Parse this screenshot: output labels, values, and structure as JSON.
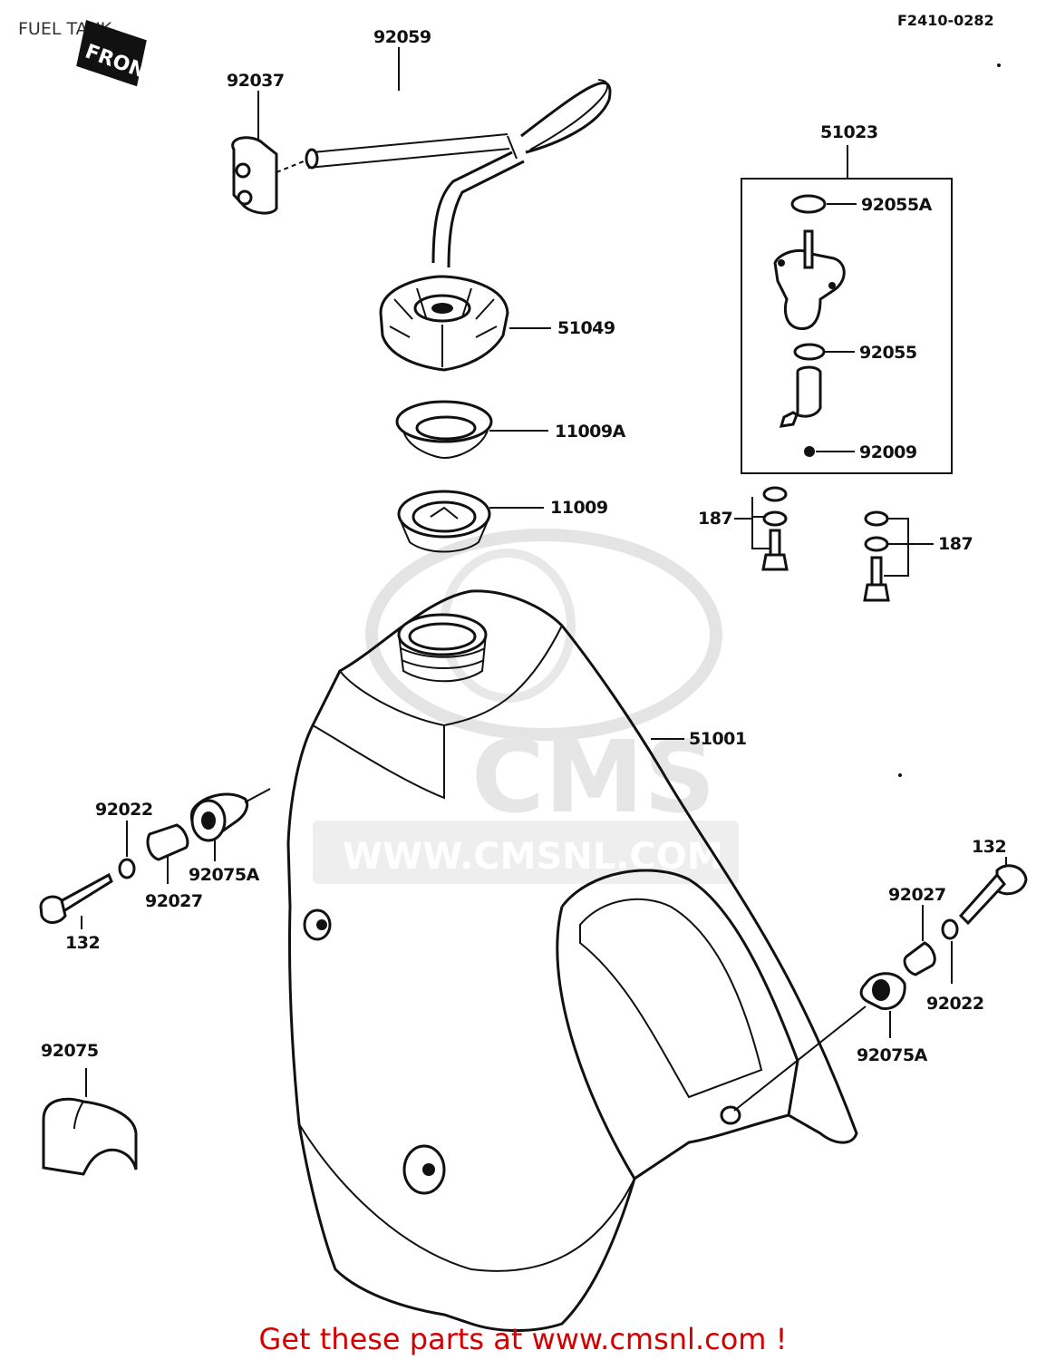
{
  "title": "FUEL TANK",
  "ref_code": "F2410-0282",
  "front_tag": "FRONT",
  "watermark": {
    "logo": "CMS",
    "url": "WWW.CMSNL.COM"
  },
  "labels": {
    "p92059": "92059",
    "p92037": "92037",
    "p51023": "51023",
    "p92055A": "92055A",
    "p51049": "51049",
    "p92055": "92055",
    "p11009A": "11009A",
    "p92009": "92009",
    "p11009": "11009",
    "p187_left": "187",
    "p187_right": "187",
    "p51001": "51001",
    "p92022_left": "92022",
    "p92075A_left": "92075A",
    "p92027_left": "92027",
    "p132_left": "132",
    "p132_right": "132",
    "p92027_right": "92027",
    "p92022_right": "92022",
    "p92075A_right": "92075A",
    "p92075": "92075"
  },
  "footer": "Get these parts at www.cmsnl.com !"
}
